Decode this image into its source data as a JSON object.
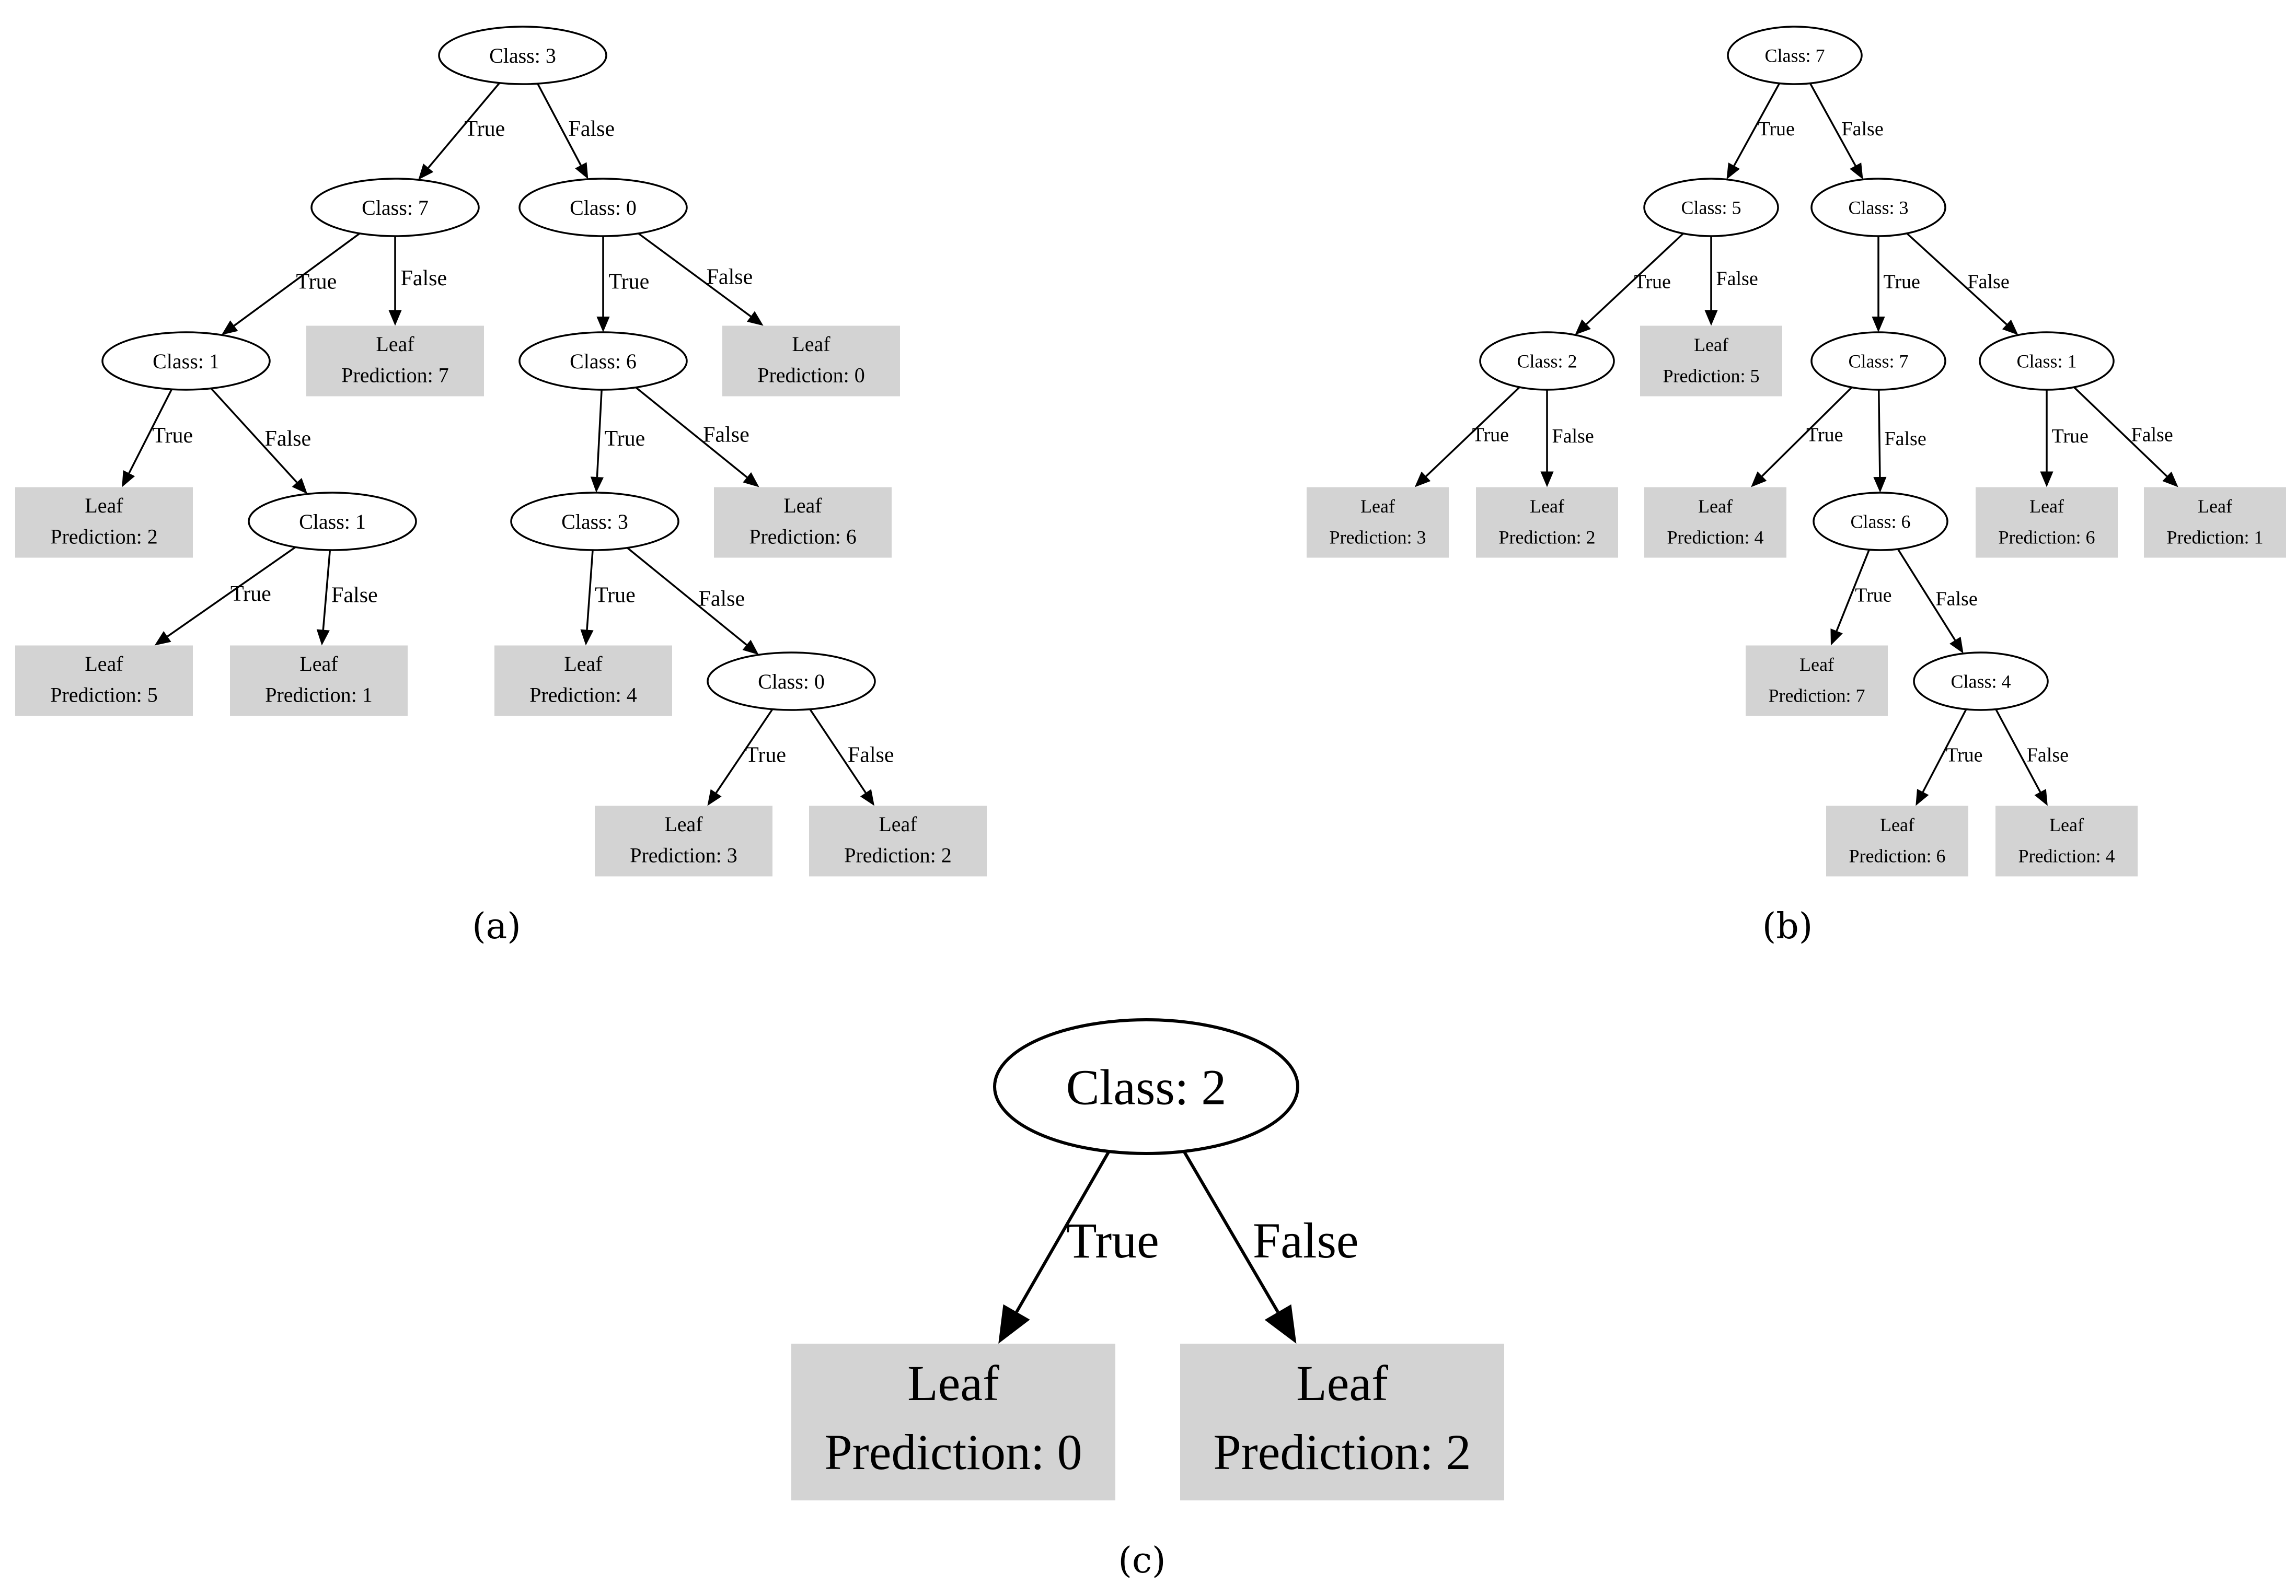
{
  "colors": {
    "leaf_fill": "#d3d3d3",
    "line": "#000000",
    "background": "#ffffff"
  },
  "diagrams": [
    {
      "caption": "(a)",
      "nodes": {
        "a_root": {
          "label": "Class: 3"
        },
        "a_n7": {
          "label": "Class: 7"
        },
        "a_n0": {
          "label": "Class: 0"
        },
        "a_n1a": {
          "label": "Class: 1"
        },
        "a_l7": {
          "label": [
            "Leaf",
            "Prediction: 7"
          ]
        },
        "a_n6": {
          "label": "Class: 6"
        },
        "a_l0": {
          "label": [
            "Leaf",
            "Prediction: 0"
          ]
        },
        "a_l2": {
          "label": [
            "Leaf",
            "Prediction: 2"
          ]
        },
        "a_n1b": {
          "label": "Class: 1"
        },
        "a_n3": {
          "label": "Class: 3"
        },
        "a_l6": {
          "label": [
            "Leaf",
            "Prediction: 6"
          ]
        },
        "a_l5": {
          "label": [
            "Leaf",
            "Prediction: 5"
          ]
        },
        "a_l1": {
          "label": [
            "Leaf",
            "Prediction: 1"
          ]
        },
        "a_l4": {
          "label": [
            "Leaf",
            "Prediction: 4"
          ]
        },
        "a_n0b": {
          "label": "Class: 0"
        },
        "a_l3": {
          "label": [
            "Leaf",
            "Prediction: 3"
          ]
        },
        "a_l2b": {
          "label": [
            "Leaf",
            "Prediction: 2"
          ]
        }
      },
      "edges": [
        {
          "from": "a_root",
          "to": "a_n7",
          "label": "True"
        },
        {
          "from": "a_root",
          "to": "a_n0",
          "label": "False"
        },
        {
          "from": "a_n7",
          "to": "a_n1a",
          "label": "True"
        },
        {
          "from": "a_n7",
          "to": "a_l7",
          "label": "False"
        },
        {
          "from": "a_n0",
          "to": "a_n6",
          "label": "True"
        },
        {
          "from": "a_n0",
          "to": "a_l0",
          "label": "False"
        },
        {
          "from": "a_n1a",
          "to": "a_l2",
          "label": "True"
        },
        {
          "from": "a_n1a",
          "to": "a_n1b",
          "label": "False"
        },
        {
          "from": "a_n6",
          "to": "a_n3",
          "label": "True"
        },
        {
          "from": "a_n6",
          "to": "a_l6",
          "label": "False"
        },
        {
          "from": "a_n1b",
          "to": "a_l5",
          "label": "True"
        },
        {
          "from": "a_n1b",
          "to": "a_l1",
          "label": "False"
        },
        {
          "from": "a_n3",
          "to": "a_l4",
          "label": "True"
        },
        {
          "from": "a_n3",
          "to": "a_n0b",
          "label": "False"
        },
        {
          "from": "a_n0b",
          "to": "a_l3",
          "label": "True"
        },
        {
          "from": "a_n0b",
          "to": "a_l2b",
          "label": "False"
        }
      ]
    },
    {
      "caption": "(b)",
      "nodes": {
        "b_root": {
          "label": "Class: 7"
        },
        "b_n5": {
          "label": "Class: 5"
        },
        "b_n3": {
          "label": "Class: 3"
        },
        "b_n2": {
          "label": "Class: 2"
        },
        "b_l5": {
          "label": [
            "Leaf",
            "Prediction: 5"
          ]
        },
        "b_n7": {
          "label": "Class: 7"
        },
        "b_n1": {
          "label": "Class: 1"
        },
        "b_l3": {
          "label": [
            "Leaf",
            "Prediction: 3"
          ]
        },
        "b_l2": {
          "label": [
            "Leaf",
            "Prediction: 2"
          ]
        },
        "b_l4": {
          "label": [
            "Leaf",
            "Prediction: 4"
          ]
        },
        "b_n6": {
          "label": "Class: 6"
        },
        "b_l6": {
          "label": [
            "Leaf",
            "Prediction: 6"
          ]
        },
        "b_l1": {
          "label": [
            "Leaf",
            "Prediction: 1"
          ]
        },
        "b_l7": {
          "label": [
            "Leaf",
            "Prediction: 7"
          ]
        },
        "b_n4": {
          "label": "Class: 4"
        },
        "b_l6b": {
          "label": [
            "Leaf",
            "Prediction: 6"
          ]
        },
        "b_l4b": {
          "label": [
            "Leaf",
            "Prediction: 4"
          ]
        }
      },
      "edges": [
        {
          "from": "b_root",
          "to": "b_n5",
          "label": "True"
        },
        {
          "from": "b_root",
          "to": "b_n3",
          "label": "False"
        },
        {
          "from": "b_n5",
          "to": "b_n2",
          "label": "True"
        },
        {
          "from": "b_n5",
          "to": "b_l5",
          "label": "False"
        },
        {
          "from": "b_n3",
          "to": "b_n7",
          "label": "True"
        },
        {
          "from": "b_n3",
          "to": "b_n1",
          "label": "False"
        },
        {
          "from": "b_n2",
          "to": "b_l3",
          "label": "True"
        },
        {
          "from": "b_n2",
          "to": "b_l2",
          "label": "False"
        },
        {
          "from": "b_n7",
          "to": "b_l4",
          "label": "True"
        },
        {
          "from": "b_n7",
          "to": "b_n6",
          "label": "False"
        },
        {
          "from": "b_n1",
          "to": "b_l6",
          "label": "True"
        },
        {
          "from": "b_n1",
          "to": "b_l1",
          "label": "False"
        },
        {
          "from": "b_n6",
          "to": "b_l7",
          "label": "True"
        },
        {
          "from": "b_n6",
          "to": "b_n4",
          "label": "False"
        },
        {
          "from": "b_n4",
          "to": "b_l6b",
          "label": "True"
        },
        {
          "from": "b_n4",
          "to": "b_l4b",
          "label": "False"
        }
      ]
    },
    {
      "caption": "(c)",
      "nodes": {
        "c_root": {
          "label": "Class: 2"
        },
        "c_l0": {
          "label": [
            "Leaf",
            "Prediction: 0"
          ]
        },
        "c_l2": {
          "label": [
            "Leaf",
            "Prediction: 2"
          ]
        }
      },
      "edges": [
        {
          "from": "c_root",
          "to": "c_l0",
          "label": "True"
        },
        {
          "from": "c_root",
          "to": "c_l2",
          "label": "False"
        }
      ]
    }
  ]
}
